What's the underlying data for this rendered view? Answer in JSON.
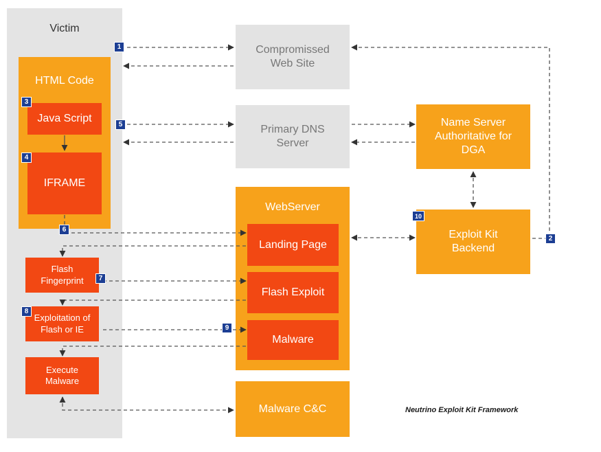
{
  "victim": {
    "title": "Victim"
  },
  "html_code": {
    "title": "HTML Code"
  },
  "nodes": {
    "javascript": "Java Script",
    "iframe": "IFRAME",
    "flash_fingerprint": "Flash Fingerprint",
    "exploitation": "Exploitation of Flash or IE",
    "execute_malware": "Execute Malware",
    "compromised_site": "Compromissed Web Site",
    "primary_dns": "Primary DNS Server",
    "name_server": "Name Server Authoritative for DGA",
    "webserver_title": "WebServer",
    "landing_page": "Landing Page",
    "flash_exploit": "Flash Exploit",
    "malware": "Malware",
    "exploit_kit_backend": "Exploit Kit Backend",
    "malware_cc": "Malware C&C"
  },
  "steps": [
    "1",
    "2",
    "3",
    "4",
    "5",
    "6",
    "7",
    "8",
    "9",
    "10"
  ],
  "caption": "Neutrino Exploit Kit Framework",
  "colors": {
    "orange": "#f7a21b",
    "red": "#f24813",
    "gray": "#e3e3e3",
    "badge": "#1c3e93"
  }
}
